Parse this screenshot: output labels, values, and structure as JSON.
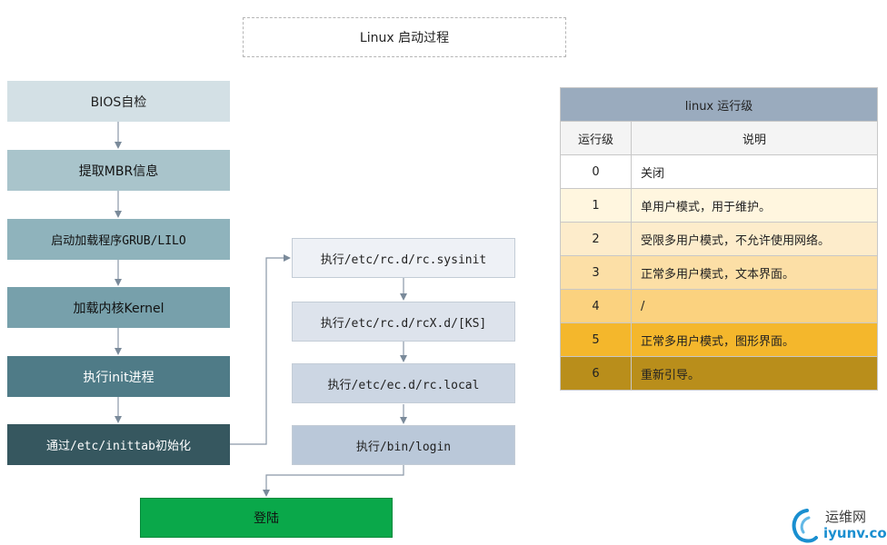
{
  "title": "Linux 启动过程",
  "left_steps": [
    {
      "label": "BIOS自检",
      "color": "#d3e0e5",
      "text_color": "#222222"
    },
    {
      "label": "提取MBR信息",
      "color": "#a9c4cb",
      "text_color": "#111111"
    },
    {
      "label": "启动加载程序GRUB/LILO",
      "color": "#8fb3bc",
      "text_color": "#111111"
    },
    {
      "label": "加载内核Kernel",
      "color": "#77a0ab",
      "text_color": "#111111"
    },
    {
      "label": "执行init进程",
      "color": "#4f7b87",
      "text_color": "#ffffff"
    },
    {
      "label": "通过/etc/inittab初始化",
      "color": "#36575f",
      "text_color": "#ffffff"
    }
  ],
  "right_steps": [
    {
      "label": "执行/etc/rc.d/rc.sysinit",
      "color": "#eef1f6"
    },
    {
      "label": "执行/etc/rc.d/rcX.d/[KS]",
      "color": "#dde3ec"
    },
    {
      "label": "执行/etc/ec.d/rc.local",
      "color": "#ccd6e3"
    },
    {
      "label": "执行/bin/login",
      "color": "#bac8d9"
    }
  ],
  "final_step": {
    "label": "登陆"
  },
  "runlevel_table": {
    "title": "linux 运行级",
    "headers": [
      "运行级",
      "说明"
    ],
    "rows": [
      {
        "level": "0",
        "desc": "关闭",
        "color": "#ffffff"
      },
      {
        "level": "1",
        "desc": "单用户模式，用于维护。",
        "color": "#fff6df"
      },
      {
        "level": "2",
        "desc": "受限多用户模式，不允许使用网络。",
        "color": "#fdeccb"
      },
      {
        "level": "3",
        "desc": "正常多用户模式，文本界面。",
        "color": "#fcdfa6"
      },
      {
        "level": "4",
        "desc": "/",
        "color": "#fbd27f"
      },
      {
        "level": "5",
        "desc": "正常多用户模式，图形界面。",
        "color": "#f4b72c"
      },
      {
        "level": "6",
        "desc": "重新引导。",
        "color": "#b98e1b"
      }
    ]
  },
  "watermark": {
    "text_cn": "运维网",
    "text_en": "iyunv.com"
  }
}
